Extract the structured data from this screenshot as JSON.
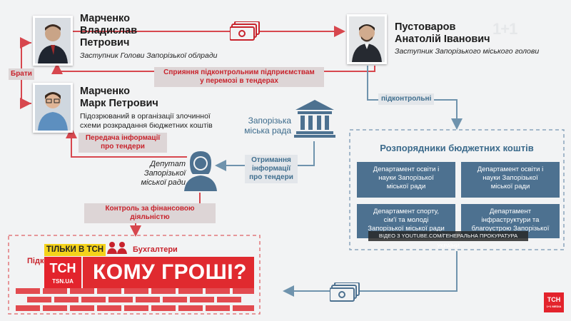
{
  "person1": {
    "name": [
      "Марченко",
      "Владислав",
      "Петрович"
    ],
    "role": "Заступник Голови Запорізької облради"
  },
  "person2": {
    "name": [
      "Пустоваров",
      "Анатолій Іванович"
    ],
    "role": "Заступник Запорізького міського голови"
  },
  "person3": {
    "name": [
      "Марченко",
      "Марк Петрович"
    ],
    "role": [
      "Підозрюваний в організації злочинної",
      "схеми розкрадання бюджетних коштів"
    ]
  },
  "deputy": [
    "Депутат",
    "Запорізької",
    "міської ради"
  ],
  "council": [
    "Запорізька",
    "міська рада"
  ],
  "labels": {
    "braty": "Брати",
    "assist": [
      "Сприяння підконтрольним підприємствам",
      "у перемозі в тендерах"
    ],
    "controlled": "підконтрольні",
    "transfer": [
      "Передача інформації",
      "про тендери"
    ],
    "receive": [
      "Отримання",
      "інформації",
      "про тендери"
    ],
    "finance_control": "Контроль за фінансовою діяльністю"
  },
  "managers": {
    "title": "Розпорядники бюджетних коштів",
    "departments": [
      [
        "Департамент освіти і",
        "науки Запорізької",
        "міської ради"
      ],
      [
        "Департамент освіти і",
        "науки Запорізької",
        "міської ради"
      ],
      [
        "Департамент спорту,",
        "сім'ї та молоді",
        "Запорізької міської ради"
      ],
      [
        "Департамент",
        "інфраструктури та",
        "благоустрою Запорізької"
      ]
    ]
  },
  "bottom": {
    "accountants": "Бухгалтери",
    "partial_label": "Підко"
  },
  "overlay": {
    "only_in": "ТІЛЬКИ В ТСН",
    "headline": "КОМУ ГРОШІ?",
    "logo": "ТСН",
    "logo_site": "TSN.UA",
    "source": "ВІДЕО З YOUTUBE.COM/ГЕНЕРАЛЬНА ПРОКУРАТУРА УКРАЇНИ",
    "corner_logo": "ТСН",
    "corner_sub": "1+1 MEDIA",
    "watermark": "1+1"
  },
  "colors": {
    "red": "#c8232c",
    "blue": "#4d7190",
    "arrow_red": "#d7474e",
    "arrow_blue": "#6f93ad"
  }
}
